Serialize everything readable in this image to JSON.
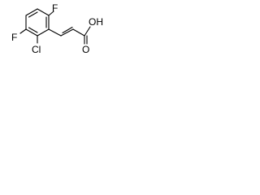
{
  "molecule": {
    "atoms": {
      "fluorine_top": "F",
      "fluorine_left": "F",
      "chlorine": "Cl",
      "hydroxyl": "OH",
      "carbonyl_oxygen": "O"
    }
  },
  "colors": {
    "bond": "#000000",
    "label": "#000000",
    "background": "#ffffff"
  }
}
